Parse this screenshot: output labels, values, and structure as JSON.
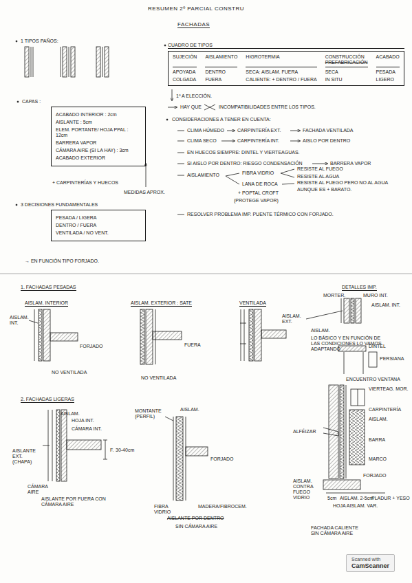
{
  "diagram": {
    "title": "RESUMEN 2º PARCIAL CONSTRU",
    "nodes": [
      {
        "text": [
          "CUADRO DE TIPOS",
          "SUJECIÓN",
          "AISLAMIENTO",
          "HIGROTERMIA",
          "CONSTRUCCIÓN",
          "PREFABRICACIÓN",
          "ACABADO",
          "APOYADA",
          "DENTRO",
          "SECA: AISLAM. FUERA",
          "SECA",
          "PESADA",
          "COLGADA",
          "FUERA",
          "CALIENTE: + DENTRO / FUERA",
          "IN SITU",
          "LIGERO"
        ]
      },
      {
        "text": [
          "CAPAS :",
          "ACABADO INTERIOR : 2cm",
          "AISLANTE : 5cm",
          "ELEM. PORTANTE/ HOJA PPAL : 12cm",
          "BARRERA VAPOR",
          "CÁMARA AIRE (SI LA HAY) : 3cm",
          "ACABADO EXTERIOR"
        ]
      },
      {
        "text": [
          "3 DECISIONES FUNDAMENTALES",
          "PESADA / LIGERA",
          "DENTRO / FUERA",
          "VENTILADA / NO VENT."
        ]
      },
      {
        "text": [
          "Scanned with",
          "CamScanner"
        ]
      }
    ],
    "labels": [
      "FACHADAS",
      "1 TIPOS PAÑOS:",
      "1º A ELECCIÓN.",
      "HAY QUE",
      "INCOMPATIBILIDADES ENTRE LOS TIPOS.",
      "CONSIDERACIONES A TENER EN CUENTA:",
      "CLIMA HÚMEDO",
      "CARPINTERÍA EXT.",
      "FACHADA VENTILADA",
      "CLIMA SECO",
      "CARPINTERÍA INT.",
      "AISLO POR DENTRO",
      "EN HUECOS SIEMPRE: DINTEL Y VIERTEAGUAS.",
      "SI AISLO POR DENTRO: RIESGO CONDENSACIÓN",
      "BARRERA VAPOR",
      "AISLAMIENTO",
      "FIBRA VIDRIO",
      "RESISTE AL FUEGO",
      "RESISTE AL AGUA",
      "LANA DE ROCA",
      "RESISTE AL FUEGO PERO NO AL AGUA",
      "AUNQUE ES + BARATO.",
      "+ POPTAL CROFT",
      "(PROTEGE VAPOR)",
      "RESOLVER PROBLEMA IMP. PUENTE TÉRMICO CON FORJADO.",
      "+ CARPINTERÍAS Y HUECOS",
      "MEDIDAS APROX.",
      "→ EN FUNCIÓN TIPO FORJADO.",
      "1. FACHADAS PESADAS",
      "AISLAM. INTERIOR",
      "AISLAM. INT.",
      "FORJADO",
      "NO VENTILADA",
      "AISLAM. EXTERIOR : SATE",
      "FUERA",
      "NO VENTILADA",
      "VENTILADA",
      "DETALLES IMP.",
      "MORTER.",
      "MURO INT.",
      "AISLAM. INT.",
      "AISLAM. EXT.",
      "AISLAM.",
      "LO BÁSICO Y EN FUNCIÓN DE LAS CONDICIONES LO VAMOS ADAPTANDO",
      "DINTEL",
      "PERSIANA",
      "ENCUENTRO VENTANA",
      "2. FACHADAS LIGERAS",
      "AISLAM.",
      "HOJA INT.",
      "CÁMARA INT.",
      "AISLANTE EXT. (CHAPA)",
      "F.",
      "30-40cm",
      "CÁMARA AIRE",
      "AISLANTE POR FUERA CON CÁMARA AIRE",
      "MONTANTE (PERFIL)",
      "AISLAM.",
      "FORJADO",
      "FIBRA VIDRIO",
      "MADERA/FIBROCEM.",
      "AISLANTE POR DENTRO",
      "SIN CÁMARA AIRE",
      "VIERTEAG. MOR.",
      "CARPINTERÍA",
      "AISLAM.",
      "BARRA",
      "MARCO",
      "FORJADO",
      "ALFÉIZAR",
      "AISLAM. CONTRA FUEGO VIDRIO",
      "5cm",
      "AISLAM. 2-5cm",
      "PLADUR + YESO",
      "HOJA AISLAM. VAR.",
      "FACHADA CALIENTE SIN CÁMARA AIRE"
    ]
  }
}
